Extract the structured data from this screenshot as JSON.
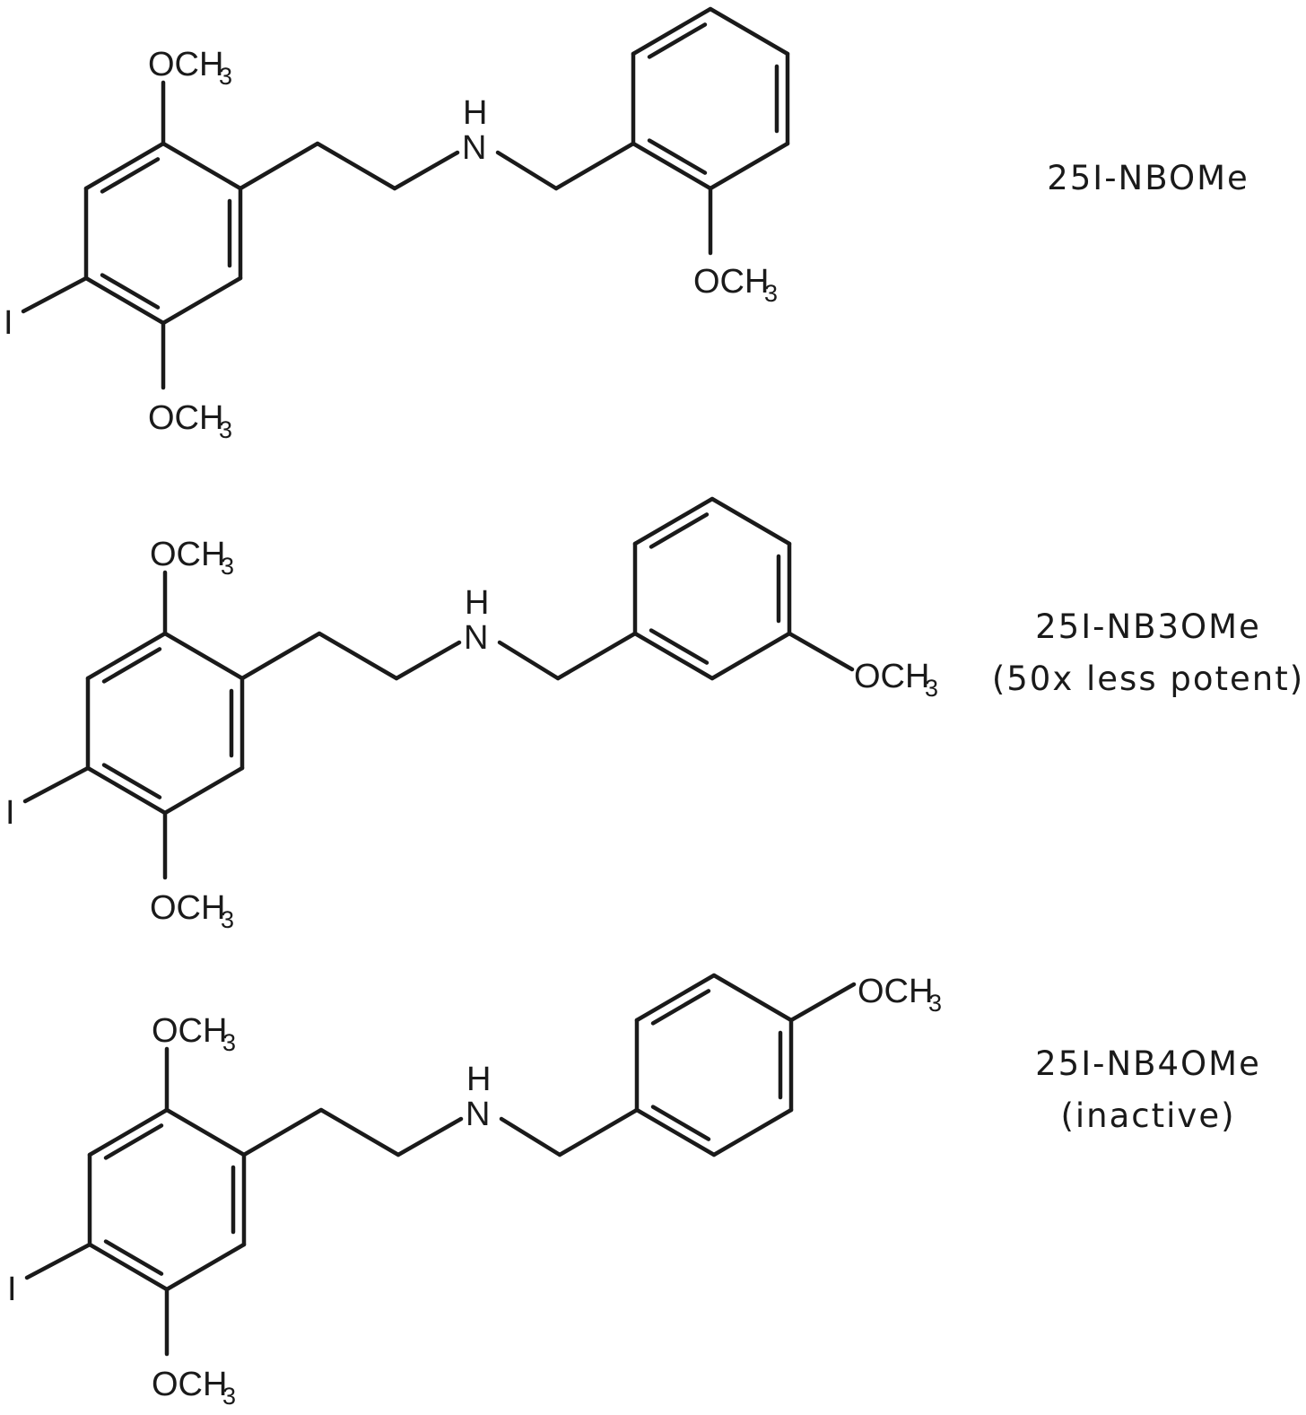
{
  "atoms": {
    "methoxy": "OCH",
    "methoxy_sub": "3",
    "iodine": "I",
    "hydrogen": "H",
    "nitrogen": "N"
  },
  "molecules": [
    {
      "id": "mol-1",
      "name": "25I-NBOMe",
      "note": "",
      "position": "ortho"
    },
    {
      "id": "mol-2",
      "name": "25I-NB3OMe",
      "note": "(50x less potent)",
      "position": "meta"
    },
    {
      "id": "mol-3",
      "name": "25I-NB4OMe",
      "note": "(inactive)",
      "position": "para"
    }
  ]
}
